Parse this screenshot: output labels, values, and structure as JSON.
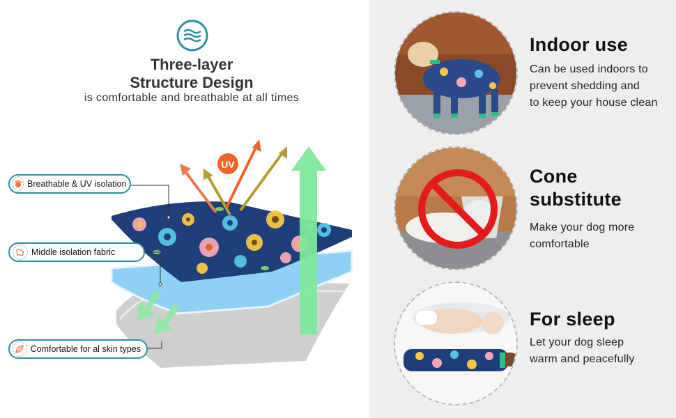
{
  "header": {
    "icon": "layers-icon",
    "title_line1": "Three-layer",
    "title_line2": "Structure Design",
    "subtitle": "is comfortable and breathable at all times"
  },
  "diagram": {
    "uv_badge": "UV",
    "callouts": [
      {
        "label": "Breathable & UV isolation",
        "icon": "sun-shield-icon"
      },
      {
        "label": "Middle isolation fabric",
        "icon": "fabric-icon"
      },
      {
        "label": "Comfortable for al skin types",
        "icon": "leaf-icon"
      }
    ],
    "colors": {
      "accent": "#2d8fa0",
      "uv_badge": "#f0642a",
      "arrow_green": "#7ee89a",
      "middle_layer": "#8fd0f5",
      "bottom_layer": "#cfcfcf",
      "top_layer": "#1f3f7a"
    }
  },
  "features": [
    {
      "title_lines": [
        "Indoor use"
      ],
      "desc_lines": [
        "Can be used indoors to",
        "prevent shedding and",
        "to keep your house clean"
      ],
      "image": "dog-standing-in-onesie"
    },
    {
      "title_lines": [
        "Cone",
        "substitute"
      ],
      "desc_lines": [
        "Make your dog more",
        "comfortable"
      ],
      "image": "dog-with-cone-crossed-out"
    },
    {
      "title_lines": [
        "For sleep"
      ],
      "desc_lines": [
        "Let your dog sleep",
        "warm and peacefully"
      ],
      "image": "baby-and-dog-sleeping"
    }
  ]
}
